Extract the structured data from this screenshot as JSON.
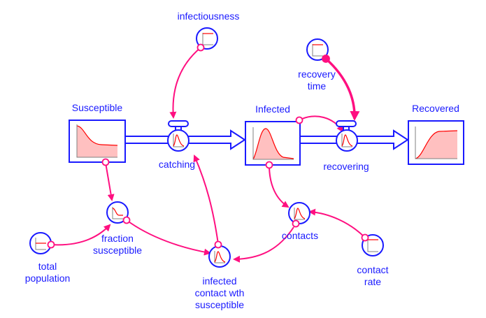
{
  "diagram": {
    "title": "SIR epidemic stock and flow model",
    "colors": {
      "element": "#1a1aff",
      "link": "#ff0f80",
      "graph_line": "#ff0000",
      "graph_fill": "#ffc0c0",
      "axis": "#808080",
      "label": "#1a1aff"
    },
    "stocks": [
      {
        "id": "susceptible",
        "label": "Susceptible",
        "graph": "decline"
      },
      {
        "id": "infected",
        "label": "Infected",
        "graph": "peak"
      },
      {
        "id": "recovered",
        "label": "Recovered",
        "graph": "s-curve"
      }
    ],
    "flows": [
      {
        "id": "catching",
        "label": "catching",
        "from": "susceptible",
        "to": "infected"
      },
      {
        "id": "recovering",
        "label": "recovering",
        "from": "infected",
        "to": "recovered"
      }
    ],
    "converters": [
      {
        "id": "infectiousness",
        "label": "infectiousness",
        "graph": "constant"
      },
      {
        "id": "recovery-time",
        "label_lines": [
          "recovery",
          "time"
        ],
        "graph": "constant"
      },
      {
        "id": "fraction-susceptible",
        "label_lines": [
          "fraction",
          "susceptible"
        ],
        "graph": "decline"
      },
      {
        "id": "total-population",
        "label_lines": [
          "total",
          "population"
        ],
        "graph": "constant"
      },
      {
        "id": "infected-contact",
        "label_lines": [
          "infected",
          "contact wth",
          "susceptible"
        ],
        "graph": "peak"
      },
      {
        "id": "contacts",
        "label": "contacts",
        "graph": "peak"
      },
      {
        "id": "contact-rate",
        "label_lines": [
          "contact",
          "rate"
        ],
        "graph": "constant"
      }
    ],
    "links": [
      {
        "from": "infectiousness",
        "to": "catching"
      },
      {
        "from": "recovery-time",
        "to": "recovering",
        "emphasized": true
      },
      {
        "from": "infected",
        "to": "recovering"
      },
      {
        "from": "susceptible",
        "to": "fraction-susceptible"
      },
      {
        "from": "total-population",
        "to": "fraction-susceptible"
      },
      {
        "from": "fraction-susceptible",
        "to": "infected-contact"
      },
      {
        "from": "infected",
        "to": "contacts"
      },
      {
        "from": "contact-rate",
        "to": "contacts"
      },
      {
        "from": "contacts",
        "to": "infected-contact"
      },
      {
        "from": "infected-contact",
        "to": "catching"
      }
    ]
  }
}
